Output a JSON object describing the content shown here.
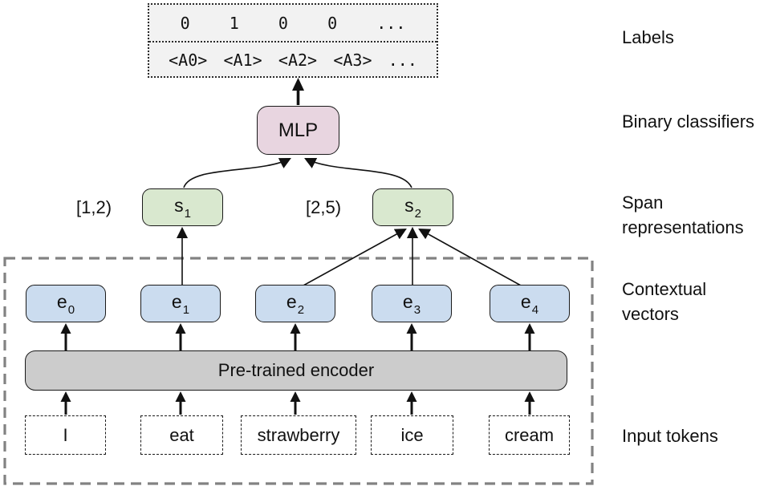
{
  "labels_box": {
    "row1": [
      "0",
      "1",
      "0",
      "0",
      "..."
    ],
    "row2": [
      "<A0>",
      "<A1>",
      "<A2>",
      "<A3>",
      "..."
    ]
  },
  "mlp_label": "MLP",
  "spans": [
    {
      "interval": "[1,2)",
      "base": "s",
      "sub": "1"
    },
    {
      "interval": "[2,5)",
      "base": "s",
      "sub": "2"
    }
  ],
  "vectors": [
    {
      "base": "e",
      "sub": "0"
    },
    {
      "base": "e",
      "sub": "1"
    },
    {
      "base": "e",
      "sub": "2"
    },
    {
      "base": "e",
      "sub": "3"
    },
    {
      "base": "e",
      "sub": "4"
    }
  ],
  "encoder_label": "Pre-trained encoder",
  "tokens": [
    "I",
    "eat",
    "strawberry",
    "ice",
    "cream"
  ],
  "side_labels": {
    "labels": "Labels",
    "binary_classifiers": "Binary classifiers",
    "span_representations": "Span\nrepresentations",
    "contextual_vectors": "Contextual\nvectors",
    "input_tokens": "Input tokens"
  },
  "colors": {
    "span_green": "#d9e8cf",
    "vector_blue": "#cbdcef",
    "mlp_pink": "#e8d5e0",
    "encoder_gray": "#cccccc",
    "labels_box_bg": "#f2f2f2",
    "dashed_container_gray": "#828282",
    "line_black": "#111111"
  }
}
